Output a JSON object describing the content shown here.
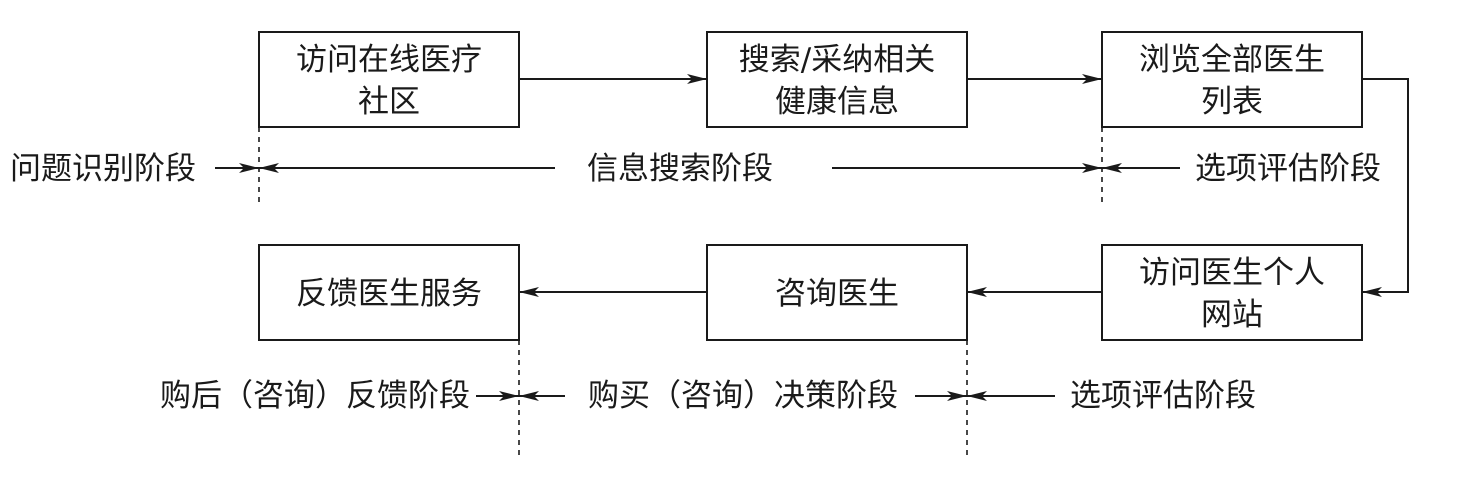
{
  "nodes": {
    "visit_community": [
      "访问在线医疗",
      "社区"
    ],
    "search_info": [
      "搜索/采纳相关",
      "健康信息"
    ],
    "browse_doctors": [
      "浏览全部医生",
      "列表"
    ],
    "visit_doctor_site": [
      "访问医生个人",
      "网站"
    ],
    "consult_doctor": [
      "咨询医生"
    ],
    "feedback_service": [
      "反馈医生服务"
    ]
  },
  "stages": {
    "problem_recognition": "问题识别阶段",
    "information_search": "信息搜索阶段",
    "option_evaluation_top": "选项评估阶段",
    "post_purchase_feedback": "购后（咨询）反馈阶段",
    "purchase_decision": "购买（咨询）决策阶段",
    "option_evaluation_bottom": "选项评估阶段"
  }
}
